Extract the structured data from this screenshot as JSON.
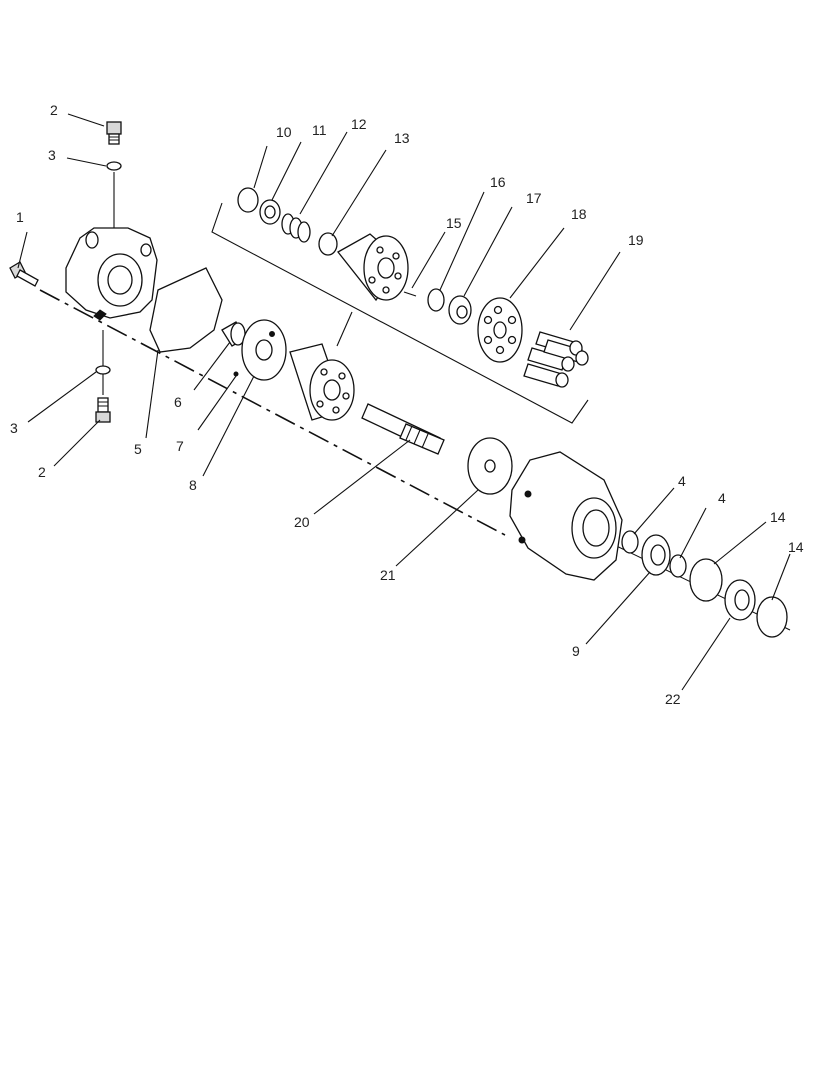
{
  "diagram": {
    "callouts": [
      {
        "id": "c2a",
        "text": "2"
      },
      {
        "id": "c3a",
        "text": "3"
      },
      {
        "id": "c1",
        "text": "1"
      },
      {
        "id": "c10",
        "text": "10"
      },
      {
        "id": "c11",
        "text": "11"
      },
      {
        "id": "c12",
        "text": "12"
      },
      {
        "id": "c13",
        "text": "13"
      },
      {
        "id": "c16",
        "text": "16"
      },
      {
        "id": "c17",
        "text": "17"
      },
      {
        "id": "c15",
        "text": "15"
      },
      {
        "id": "c18",
        "text": "18"
      },
      {
        "id": "c19",
        "text": "19"
      },
      {
        "id": "c6",
        "text": "6"
      },
      {
        "id": "c3b",
        "text": "3"
      },
      {
        "id": "c5",
        "text": "5"
      },
      {
        "id": "c7",
        "text": "7"
      },
      {
        "id": "c2b",
        "text": "2"
      },
      {
        "id": "c8",
        "text": "8"
      },
      {
        "id": "c20",
        "text": "20"
      },
      {
        "id": "c4a",
        "text": "4"
      },
      {
        "id": "c4b",
        "text": "4"
      },
      {
        "id": "c14a",
        "text": "14"
      },
      {
        "id": "c14b",
        "text": "14"
      },
      {
        "id": "c21",
        "text": "21"
      },
      {
        "id": "c9",
        "text": "9"
      },
      {
        "id": "c22",
        "text": "22"
      }
    ]
  }
}
